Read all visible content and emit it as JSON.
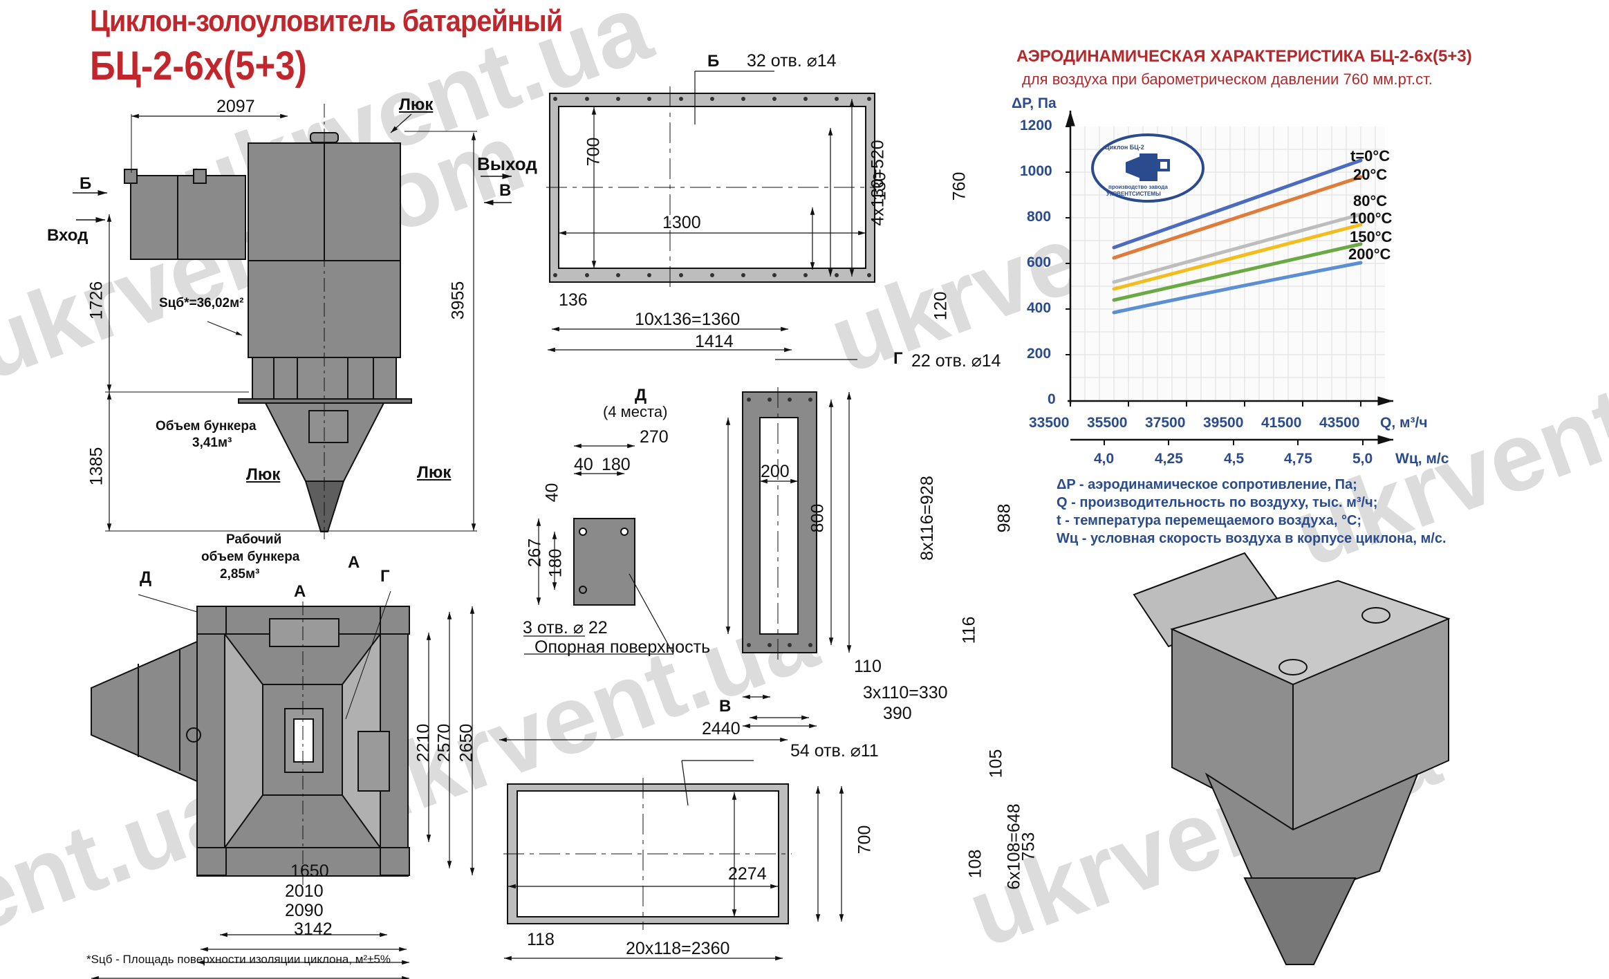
{
  "header": {
    "title_line1": "Циклон-золоуловитель батарейный",
    "title_line2": "БЦ-2-6х(5+3)"
  },
  "front_view": {
    "dim_width_top": "2097",
    "dim_height_total": "3955",
    "dim_inlet_height": "1726",
    "dim_bunker_height": "1385",
    "label_hatch_top": "Люк",
    "label_outlet": "Выход",
    "label_inlet": "Вход",
    "label_view_b": "Б",
    "label_view_v": "В",
    "label_insulation_area": "Sцб*=36,02м²",
    "label_bunker_volume": "Объем бункера",
    "value_bunker_volume": "3,41м³",
    "label_hatch_left": "Люк",
    "label_hatch_right": "Люк",
    "label_working_volume_1": "Рабочий",
    "label_working_volume_2": "объем бункера",
    "value_working_volume": "2,85м³",
    "label_view_a_arrow": "А"
  },
  "plan_view": {
    "label_view_a": "А",
    "label_d": "Д",
    "label_g": "Г",
    "dim_1650": "1650",
    "dim_2010": "2010",
    "dim_2090": "2090",
    "dim_3142": "3142",
    "dim_2210": "2210",
    "dim_2570": "2570",
    "dim_2650": "2650",
    "footnote": "*Sцб - Площадь поверхности изоляции циклона, м²±5%"
  },
  "view_b": {
    "label": "Б",
    "holes": "32 отв. ⌀14",
    "dim_700": "700",
    "dim_1300": "1300",
    "dim_130": "130",
    "dim_4x130": "4х130=520",
    "dim_760": "760",
    "dim_120": "120",
    "dim_136": "136",
    "dim_10x136": "10х136=1360",
    "dim_1414": "1414"
  },
  "view_d": {
    "label": "Д",
    "sublabel": "(4 места)",
    "dim_270": "270",
    "dim_40h": "40",
    "dim_180h": "180",
    "dim_40v": "40",
    "dim_267": "267",
    "dim_180v": "180",
    "holes": "3 отв. ⌀ 22",
    "support": "Опорная поверхность"
  },
  "view_g": {
    "label": "Г",
    "holes": "22 отв. ⌀14",
    "dim_200": "200",
    "dim_800": "800",
    "dim_8x116": "8х116=928",
    "dim_988": "988",
    "dim_116": "116",
    "dim_110": "110",
    "dim_3x110": "3х110=330",
    "dim_390": "390"
  },
  "view_v": {
    "label": "В",
    "dim_2440": "2440",
    "holes": "54 отв. ⌀11",
    "dim_700": "700",
    "dim_2274": "2274",
    "dim_105": "105",
    "dim_108": "108",
    "dim_6x108": "6х108=648",
    "dim_753": "753",
    "dim_118": "118",
    "dim_20x118": "20х118=2360"
  },
  "logo": {
    "top_text": "Циклон БЦ-2",
    "bottom_text1": "производство завода",
    "bottom_text2": "УКРВЕНТСИСТЕМЫ"
  },
  "watermark": "ukrvent.com ukrvent.ua",
  "chart_data": {
    "type": "line",
    "title": "АЭРОДИНАМИЧЕСКАЯ ХАРАКТЕРИСТИКА БЦ-2-6х(5+3)",
    "subtitle": "для воздуха при барометрическом давлении 760 мм.рт.ст.",
    "ylabel": "ΔР, Па",
    "xlabel": "Q, м³/ч",
    "x2label": "Wц, м/с",
    "ylim": [
      0,
      1200
    ],
    "xlim": [
      33500,
      45000
    ],
    "y_ticks": [
      "0",
      "200",
      "400",
      "600",
      "800",
      "1000",
      "1200"
    ],
    "x_ticks": [
      "33500",
      "35500",
      "37500",
      "39500",
      "41500",
      "43500"
    ],
    "x2_ticks": [
      "4,0",
      "4,25",
      "4,5",
      "4,75",
      "5,0"
    ],
    "grid": true,
    "x": [
      35000,
      43500
    ],
    "series": [
      {
        "name": "t=0°C",
        "color": "#4a6bbf",
        "values": [
          670,
          1050
        ]
      },
      {
        "name": "20°C",
        "color": "#e07b39",
        "values": [
          625,
          980
        ]
      },
      {
        "name": "80°C",
        "color": "#bdbdbd",
        "values": [
          520,
          815
        ]
      },
      {
        "name": "100°C",
        "color": "#f2bd1d",
        "values": [
          490,
          770
        ]
      },
      {
        "name": "150°C",
        "color": "#6aaa45",
        "values": [
          440,
          685
        ]
      },
      {
        "name": "200°C",
        "color": "#5b8fd4",
        "values": [
          385,
          605
        ]
      }
    ],
    "legend_notes": [
      "ΔP - аэродинамическое сопротивление, Па;",
      "Q - производительность по воздуху, тыс. м³/ч;",
      "t - температура перемещаемого воздуха, °С;",
      "Wц - условная скорость воздуха в корпусе циклона, м/с."
    ]
  }
}
